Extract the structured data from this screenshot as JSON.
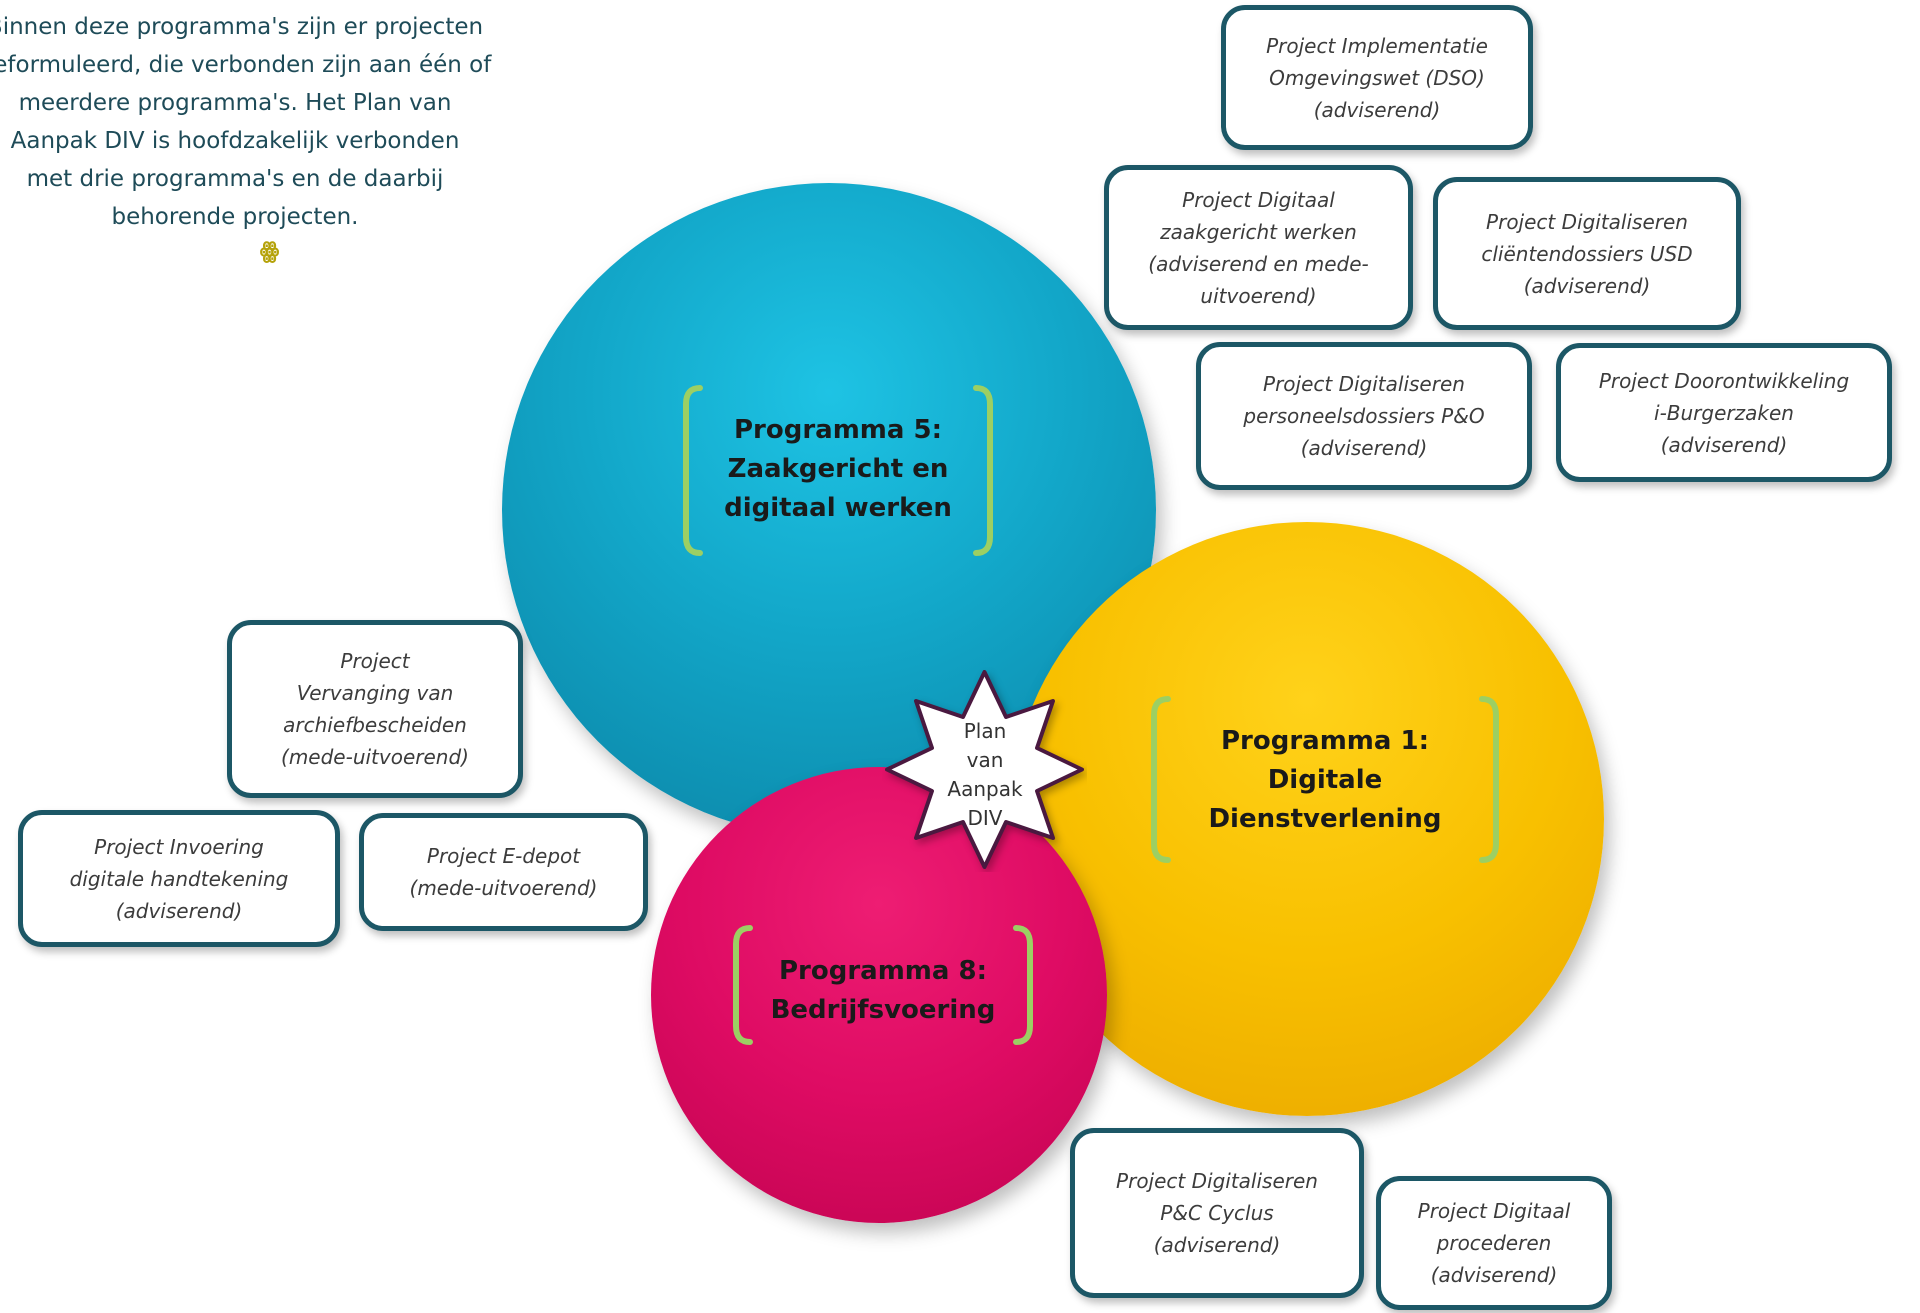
{
  "intro": {
    "lines": [
      "Binnen deze programma's zijn er projecten",
      "geformuleerd, die verbonden zijn aan één of",
      "meerdere programma's. Het Plan van",
      "Aanpak DIV is hoofdzakelijk verbonden",
      "met drie programma's en de daarbij",
      "behorende projecten."
    ],
    "ornament": "ꙮ"
  },
  "programs": [
    {
      "lines": [
        "Programma  5:",
        "Zaakgericht en",
        "digitaal werken"
      ],
      "color": "#12a6c8"
    },
    {
      "lines": [
        "Programma 1:",
        "Digitale",
        "Dienstverlening"
      ],
      "color": "#f8c000"
    },
    {
      "lines": [
        "Programma 8:",
        "Bedrijfsvoering"
      ],
      "color": "#de0b63"
    }
  ],
  "center_star": {
    "lines": [
      "Plan",
      "van",
      "Aanpak",
      "DIV"
    ],
    "border_color": "#4a1940"
  },
  "projects": [
    {
      "lines": [
        "Project Implementatie",
        "Omgevingswet (DSO)",
        "(adviserend)"
      ]
    },
    {
      "lines": [
        "Project Digitaal",
        "zaakgericht werken",
        "(adviserend en mede-",
        "uitvoerend)"
      ]
    },
    {
      "lines": [
        "Project Digitaliseren",
        "cliëntendossiers USD",
        "(adviserend)"
      ]
    },
    {
      "lines": [
        "Project Digitaliseren",
        "personeelsdossiers P&O",
        "(adviserend)"
      ]
    },
    {
      "lines": [
        "Project Doorontwikkeling",
        "i-Burgerzaken",
        "(adviserend)"
      ]
    },
    {
      "lines": [
        "Project",
        "Vervanging van",
        "archiefbescheiden",
        "(mede-uitvoerend)"
      ]
    },
    {
      "lines": [
        "Project Invoering",
        "digitale handtekening",
        "(adviserend)"
      ]
    },
    {
      "lines": [
        "Project E-depot",
        "(mede-uitvoerend)"
      ]
    },
    {
      "lines": [
        "Project Digitaliseren",
        "P&C Cyclus",
        "(adviserend)"
      ]
    },
    {
      "lines": [
        "Project Digitaal",
        "procederen",
        "(adviserend)"
      ]
    }
  ],
  "colors": {
    "box_border": "#1c5766",
    "bracket": "#9ccf63",
    "intro_text": "#1e4b58",
    "ornament": "#b5a20a"
  }
}
